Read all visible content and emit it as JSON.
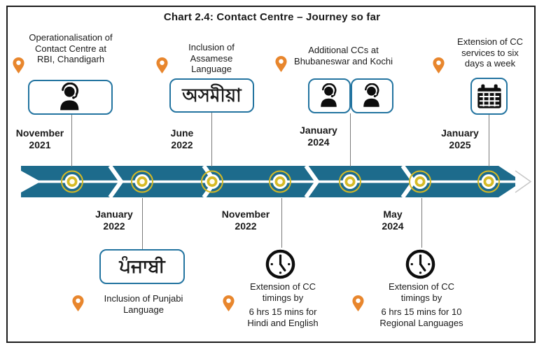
{
  "title": "Chart 2.4: Contact Centre – Journey so far",
  "colors": {
    "timeline_band": "#1d6b8c",
    "marker_gold": "#d5ba25",
    "pin_orange": "#e8862d",
    "box_border": "#2374a0",
    "text": "#1a1a1a"
  },
  "icons": {
    "location_pin": "map-pin-icon",
    "agent": "headset-agent-icon",
    "calendar": "calendar-icon",
    "clock": "clock-icon",
    "marker": "timeline-ring-marker"
  },
  "top_milestones": [
    {
      "date_line1": "November",
      "date_line2": "2021",
      "label": "Operationalisation of Contact Centre at RBI, Chandigarh",
      "icon": "headset-agent-icon"
    },
    {
      "date_line1": "June",
      "date_line2": "2022",
      "label": "Inclusion of Assamese Language",
      "language_text": "অসমীয়া"
    },
    {
      "date_line1": "January",
      "date_line2": "2024",
      "label": "Additional CCs at Bhubaneswar and Kochi",
      "icon": "headset-agent-icon"
    },
    {
      "date_line1": "January",
      "date_line2": "2025",
      "label": "Extension of CC services to six days a week",
      "icon": "calendar-icon"
    }
  ],
  "bottom_milestones": [
    {
      "date_line1": "January",
      "date_line2": "2022",
      "label": "Inclusion of Punjabi Language",
      "language_text": "ਪੰਜਾਬੀ"
    },
    {
      "date_line1": "November",
      "date_line2": "2022",
      "label": "Extension of CC timings by",
      "detail": "6 hrs 15 mins for Hindi and English",
      "icon": "clock-icon"
    },
    {
      "date_line1": "May",
      "date_line2": "2024",
      "label": "Extension of CC timings by",
      "detail": "6 hrs 15 mins for 10 Regional Languages",
      "icon": "clock-icon"
    }
  ]
}
